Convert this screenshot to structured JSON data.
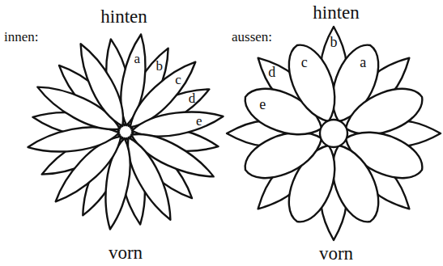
{
  "diagram": {
    "labels": [
      "hinten",
      "innen:",
      "a",
      "b",
      "c",
      "d",
      "e",
      "vorn",
      "hinten",
      "aussen:",
      "a",
      "b",
      "c",
      "d",
      "e",
      "vorn"
    ]
  }
}
